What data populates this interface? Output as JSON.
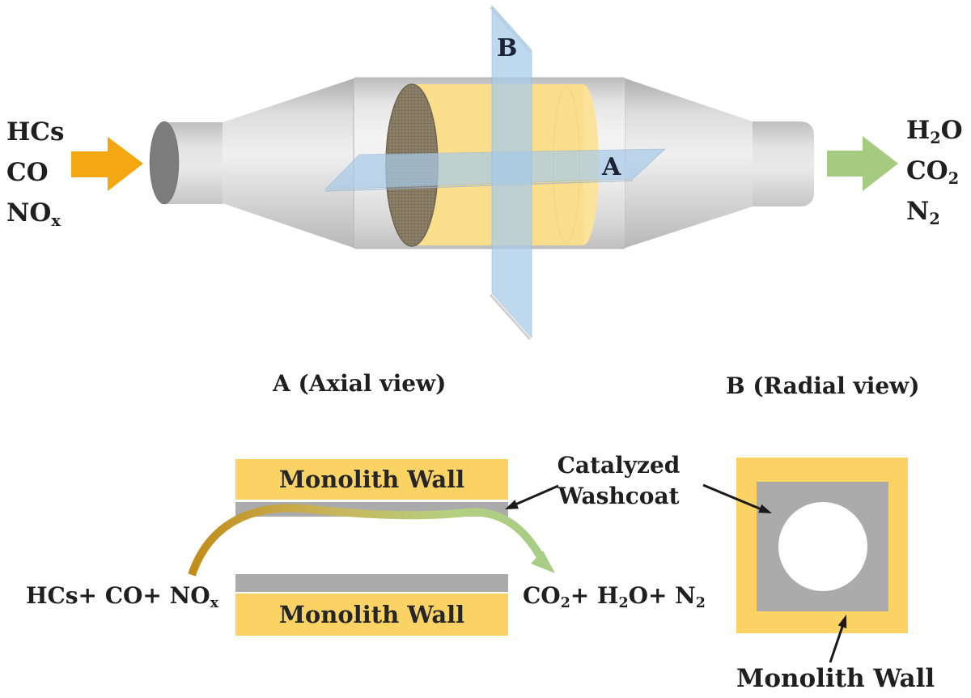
{
  "figure": {
    "top_diagram": {
      "inlet_gases": [
        {
          "pre": "HCs",
          "sub": ""
        },
        {
          "pre": "CO",
          "sub": ""
        },
        {
          "pre": "NO",
          "sub": "x"
        }
      ],
      "outlet_gases": [
        {
          "pre": "H",
          "sub": "2",
          "post": "O"
        },
        {
          "pre": "CO",
          "sub": "2",
          "post": ""
        },
        {
          "pre": "N",
          "sub": "2",
          "post": ""
        }
      ],
      "plane_a_label": "A",
      "plane_b_label": "B"
    },
    "captions": {
      "axial": "A (Axial view)",
      "radial": "B (Radial view)"
    },
    "axial_view": {
      "top_wall_label": "Monolith Wall",
      "bottom_wall_label": "Monolith Wall",
      "reactants": {
        "pre": "HCs+ CO+ NO",
        "sub": "x",
        "post": ""
      },
      "products": [
        {
          "pre": "CO",
          "sub": "2",
          "post": "+ "
        },
        {
          "pre": "H",
          "sub": "2",
          "post": "O+ "
        },
        {
          "pre": "N",
          "sub": "2",
          "post": ""
        }
      ],
      "washcoat_label": {
        "line1": "Catalyzed",
        "line2": "Washcoat"
      }
    },
    "radial_view": {
      "wall_label": "Monolith Wall"
    }
  },
  "colors": {
    "inlet_arrow_orange": "#F4A711",
    "outlet_arrow_green": "#A4CB80",
    "monolith_yellow": "#FBD365",
    "cylinder_yellow": "#FADE8C",
    "washcoat_gray": "#ABABAB",
    "plane_blue": "#A9CBE8",
    "mesh_brown": "#8C8167",
    "text_black": "#1F1F1F"
  }
}
